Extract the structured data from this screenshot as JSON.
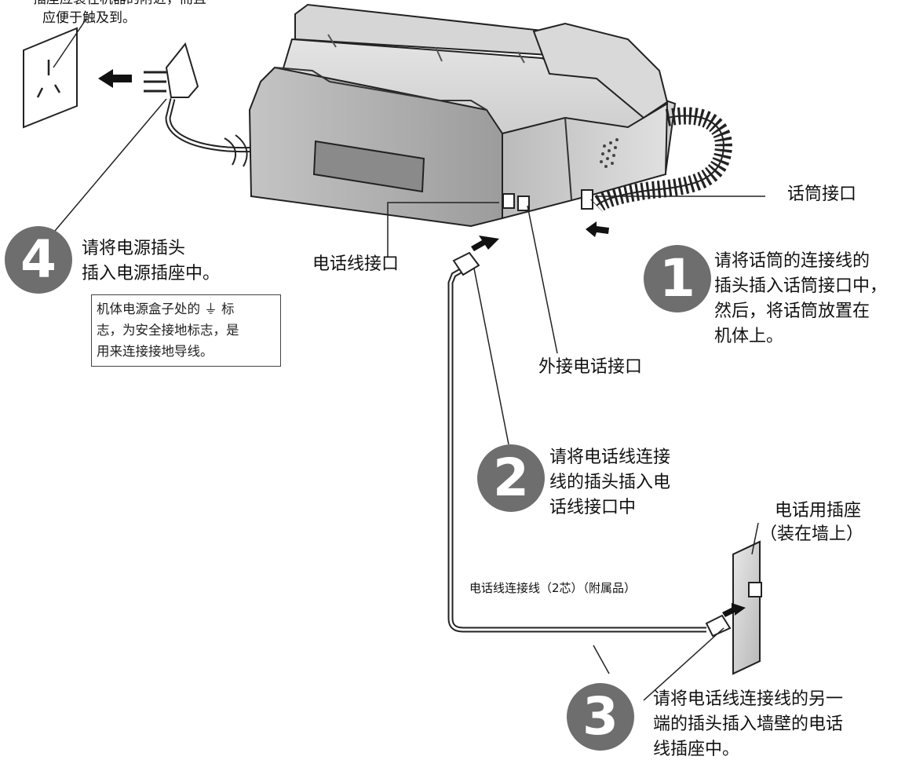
{
  "power_note_top": [
    "插座应装在机器的附近，而且",
    "应便于触及到。"
  ],
  "labels": {
    "handset_port": "话筒接口",
    "phone_line_port": "电话线接口",
    "external_phone_port": "外接电话接口",
    "wall_jack": [
      "电话用插座",
      "（装在墙上）"
    ],
    "cord": "电话线连接线（2芯）（附属品）"
  },
  "steps": [
    {
      "number": "1",
      "lines": [
        "请将话筒的连接线的",
        "插头插入话筒接口中，",
        "然后，将话筒放置在",
        "机体上。"
      ]
    },
    {
      "number": "2",
      "lines": [
        "请将电话线连接",
        "线的插头插入电",
        "话线接口中"
      ]
    },
    {
      "number": "3",
      "lines": [
        "请将电话线连接线的另一",
        "端的插头插入墙壁的电话",
        "线插座中。"
      ]
    },
    {
      "number": "4",
      "lines": [
        "请将电源插头",
        "插入电源插座中。"
      ]
    }
  ],
  "ground_note": [
    "机体电源盒子处的 ⏚ 标",
    "志，为安全接地标志，是",
    "用来连接接地导线。"
  ],
  "colors": {
    "badge": "#6e6e6e",
    "body_dark": "#9a9a9a",
    "body_light": "#c8c8c8",
    "outline": "#222222"
  }
}
